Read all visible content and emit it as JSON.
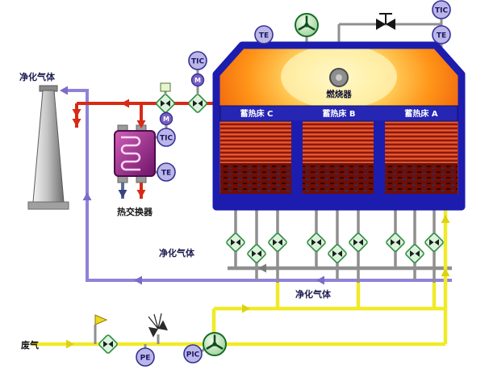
{
  "labels": {
    "purified_gas_top_left": "净化气体",
    "purified_gas_manifold": "净化气体",
    "purified_gas_lower": "净化气体",
    "waste_gas": "废气",
    "heat_exchanger": "热交换器",
    "burner": "燃烧器"
  },
  "beds": [
    {
      "label": "蓄热床 C"
    },
    {
      "label": "蓄热床 B"
    },
    {
      "label": "蓄热床 A"
    }
  ],
  "instruments": {
    "te_roof": "TE",
    "tic_top_right": "TIC",
    "te_top_right": "TE",
    "tic_inlet": "TIC",
    "m_inlet": "M",
    "m_exchanger": "M",
    "tic_exchanger": "TIC",
    "te_exchanger": "TE",
    "pe_wastegas": "PE",
    "pic_wastegas": "PIC"
  },
  "colors": {
    "chamber_blue": "#1c1cae",
    "pipe_gray": "#8f8f8f",
    "pipe_red": "#d82a16",
    "pipe_purple": "#8f82d8",
    "pipe_yellow": "#f0ea28",
    "valve_green": "#2f8f3f",
    "instrument_fill": "#bcb6e6",
    "bed_hot_red": "#cf3a1e"
  }
}
